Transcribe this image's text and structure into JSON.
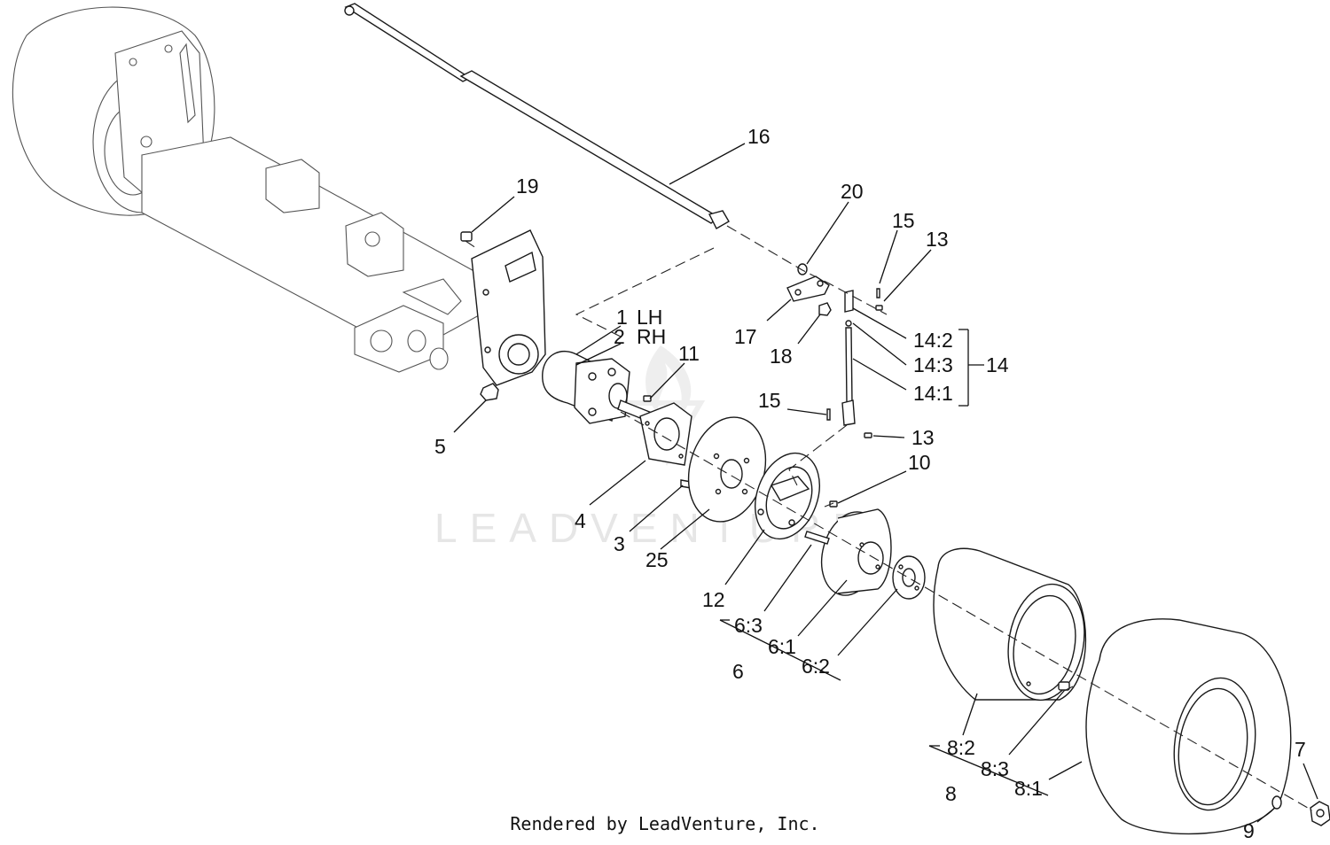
{
  "watermark": "LEADVENTURE",
  "credit": "Rendered by LeadVenture, Inc.",
  "labels": {
    "p1": "1",
    "p1_side": "LH",
    "p2": "2",
    "p2_side": "RH",
    "p3": "3",
    "p4": "4",
    "p5": "5",
    "p6": "6",
    "p6_1": "6:1",
    "p6_2": "6:2",
    "p6_3": "6:3",
    "p7": "7",
    "p8": "8",
    "p8_1": "8:1",
    "p8_2": "8:2",
    "p8_3": "8:3",
    "p9": "9",
    "p10": "10",
    "p11": "11",
    "p12": "12",
    "p13a": "13",
    "p13b": "13",
    "p14": "14",
    "p14_1": "14:1",
    "p14_2": "14:2",
    "p14_3": "14:3",
    "p15a": "15",
    "p15b": "15",
    "p16": "16",
    "p17": "17",
    "p18": "18",
    "p19": "19",
    "p20": "20",
    "p25": "25"
  }
}
